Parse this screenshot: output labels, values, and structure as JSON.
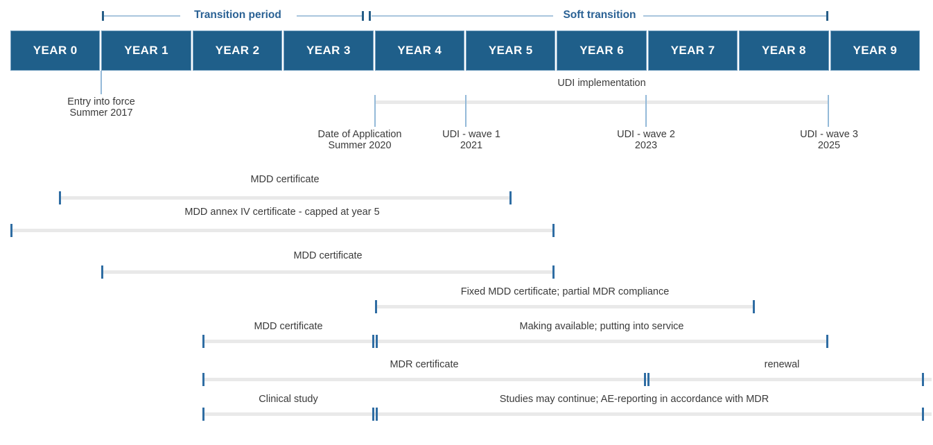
{
  "brackets": {
    "transition": "Transition period",
    "soft": "Soft transition"
  },
  "years": {
    "labels": [
      "YEAR 0",
      "YEAR 1",
      "YEAR 2",
      "YEAR 3",
      "YEAR 4",
      "YEAR 5",
      "YEAR 6",
      "YEAR 7",
      "YEAR 8",
      "YEAR 9"
    ]
  },
  "annotations": {
    "entry": {
      "line1": "Entry into force",
      "line2": "Summer 2017"
    },
    "udi_title": "UDI implementation",
    "milestones": [
      {
        "line1": "Date of Application",
        "line2": "Summer 2020"
      },
      {
        "line1": "UDI - wave 1",
        "line2": "2021"
      },
      {
        "line1": "UDI - wave 2",
        "line2": "2023"
      },
      {
        "line1": "UDI - wave 3",
        "line2": "2025"
      }
    ]
  },
  "rows": [
    {
      "segments": [
        {
          "label": "MDD certificate"
        }
      ]
    },
    {
      "segments": [
        {
          "label": "MDD annex IV certificate - capped at year 5"
        }
      ]
    },
    {
      "segments": [
        {
          "label": "MDD certificate"
        }
      ]
    },
    {
      "segments": [
        {
          "label": "Fixed MDD certificate; partial MDR compliance"
        }
      ]
    },
    {
      "segments": [
        {
          "label": "MDD certificate"
        },
        {
          "label": "Making available; putting into service"
        }
      ]
    },
    {
      "segments": [
        {
          "label": "MDR certificate"
        },
        {
          "label": "renewal"
        }
      ]
    },
    {
      "segments": [
        {
          "label": "Clinical study"
        },
        {
          "label": "Studies may continue; AE-reporting in accordance with MDR"
        }
      ]
    }
  ],
  "colors": {
    "year_box": "#1f5f8a",
    "year_box_border": "#76a1c2",
    "bracket_line": "#a9c5dd",
    "bracket_tick": "#255d87",
    "bracket_text": "#2a6194",
    "annotation_tick": "#93b9d8",
    "bar_fill": "#e9e9e9",
    "bar_tick": "#2f6da3",
    "label_text": "#3a3a3a"
  }
}
